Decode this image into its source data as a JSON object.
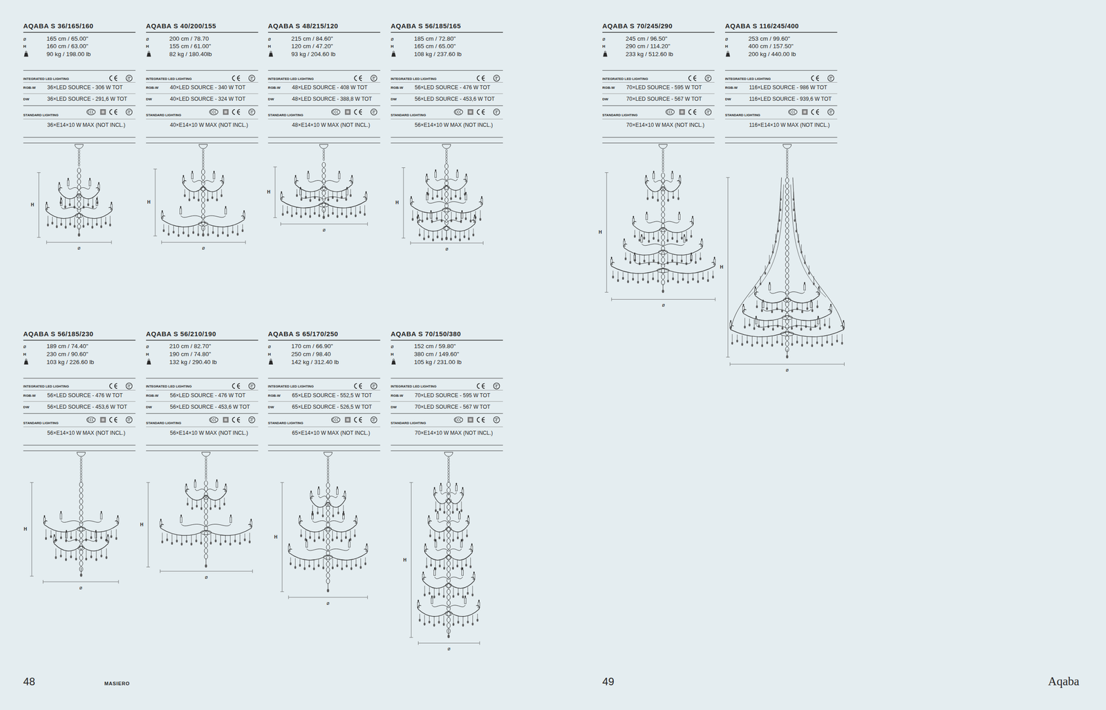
{
  "diagram": {
    "labels": [
      "AQABA S 36/165/160",
      "ø",
      "165 cm / 65.00\"",
      "H",
      "160 cm / 63.00\"",
      "90 kg / 198.00 lb",
      "INTEGRATED LED LIGHTING",
      "RGB-W",
      "36×LED SOURCE - 306 W TOT",
      "DW",
      "36×LED SOURCE - 291,6 W TOT",
      "STANDARD LIGHTING",
      "36×E14×10 W MAX (NOT INCL.)",
      "H",
      "ø",
      "AQABA S 40/200/155",
      "ø",
      "200 cm / 78.70",
      "H",
      "155 cm / 61.00\"",
      "82 kg / 180.40lb",
      "INTEGRATED LED LIGHTING",
      "RGB-W",
      "40×LED SOURCE - 340 W TOT",
      "DW",
      "40×LED SOURCE - 324 W TOT",
      "STANDARD LIGHTING",
      "40×E14×10 W MAX (NOT INCL.)",
      "H",
      "ø",
      "AQABA S 48/215/120",
      "ø",
      "215 cm / 84.60\"",
      "H",
      "120 cm / 47.20\"",
      "93 kg / 204.60 lb",
      "INTEGRATED LED LIGHTING",
      "RGB-W",
      "48×LED SOURCE - 408 W TOT",
      "DW",
      "48×LED SOURCE - 388,8 W TOT",
      "STANDARD LIGHTING",
      "48×E14×10 W MAX (NOT INCL.)",
      "H",
      "ø",
      "AQABA S 56/185/165",
      "ø",
      "185 cm / 72.80\"",
      "H",
      "165 cm / 65.00\"",
      "108 kg / 237.60 lb",
      "INTEGRATED LED LIGHTING",
      "RGB-W",
      "56×LED SOURCE - 476 W TOT",
      "DW",
      "56×LED SOURCE - 453,6 W TOT",
      "STANDARD LIGHTING",
      "56×E14×10 W MAX (NOT INCL.)",
      "H",
      "ø",
      "AQABA S 56/185/230",
      "ø",
      "189 cm / 74.40\"",
      "H",
      "230 cm / 90.60\"",
      "103 kg / 226.60 lb",
      "INTEGRATED LED LIGHTING",
      "RGB-W",
      "56×LED SOURCE - 476 W TOT",
      "DW",
      "56×LED SOURCE - 453,6 W TOT",
      "STANDARD LIGHTING",
      "56×E14×10 W MAX (NOT INCL.)",
      "H",
      "ø",
      "AQABA S 56/210/190",
      "ø",
      "210 cm / 82.70\"",
      "H",
      "190 cm / 74.80\"",
      "132 kg / 290.40 lb",
      "INTEGRATED LED LIGHTING",
      "RGB-W",
      "56×LED SOURCE - 476 W TOT",
      "DW",
      "56×LED SOURCE - 453,6 W TOT",
      "STANDARD LIGHTING",
      "56×E14×10 W MAX (NOT INCL.)",
      "H",
      "ø",
      "AQABA S 65/170/250",
      "ø",
      "170 cm / 66.90\"",
      "H",
      "250 cm / 98.40",
      "142 kg / 312.40 lb",
      "INTEGRATED LED LIGHTING",
      "RGB-W",
      "65×LED SOURCE - 552,5 W TOT",
      "DW",
      "65×LED SOURCE - 526,5 W TOT",
      "STANDARD LIGHTING",
      "65×E14×10 W MAX (NOT INCL.)",
      "H",
      "ø",
      "AQABA S 70/150/380",
      "ø",
      "152 cm / 59.80\"",
      "H",
      "380 cm / 149.60\"",
      "105 kg / 231.00 lb",
      "INTEGRATED LED LIGHTING",
      "RGB-W",
      "70×LED SOURCE - 595 W TOT",
      "DW",
      "70×LED SOURCE - 567 W TOT",
      "STANDARD LIGHTING",
      "70×E14×10 W MAX (NOT INCL.)",
      "H",
      "ø",
      "AQABA S 70/245/290",
      "ø",
      "245 cm / 96.50\"",
      "H",
      "290 cm / 114.20\"",
      "233 kg / 512.60 lb",
      "INTEGRATED LED LIGHTING",
      "RGB-W",
      "70×LED SOURCE - 595 W TOT",
      "DW",
      "70×LED SOURCE - 567 W TOT",
      "STANDARD LIGHTING",
      "70×E14×10 W MAX (NOT INCL.)",
      "H",
      "ø",
      "AQABA S 116/245/400",
      "ø",
      "253 cm / 99.60\"",
      "H",
      "400 cm / 157.50\"",
      "200 kg / 440.00 lb",
      "INTEGRATED LED LIGHTING",
      "RGB-W",
      "116×LED SOURCE - 986 W TOT",
      "DW",
      "116×LED SOURCE - 939,6 W TOT",
      "STANDARD LIGHTING",
      "116×E14×10 W MAX (NOT INCL.)",
      "H",
      "ø",
      "48",
      "MASIERO",
      "49",
      "Aqaba"
    ]
  }
}
